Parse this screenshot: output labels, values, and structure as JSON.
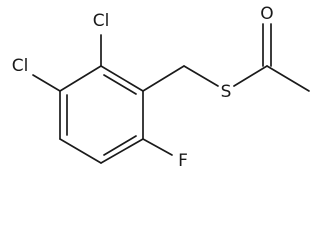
{
  "molecule": {
    "atoms": {
      "cl_upper": "Cl",
      "cl_left": "Cl",
      "fluorine": "F",
      "sulfur": "S",
      "oxygen": "O"
    },
    "colors": {
      "bond": "#1a1a1a",
      "label": "#1a1a1a",
      "background": "#ffffff"
    }
  }
}
